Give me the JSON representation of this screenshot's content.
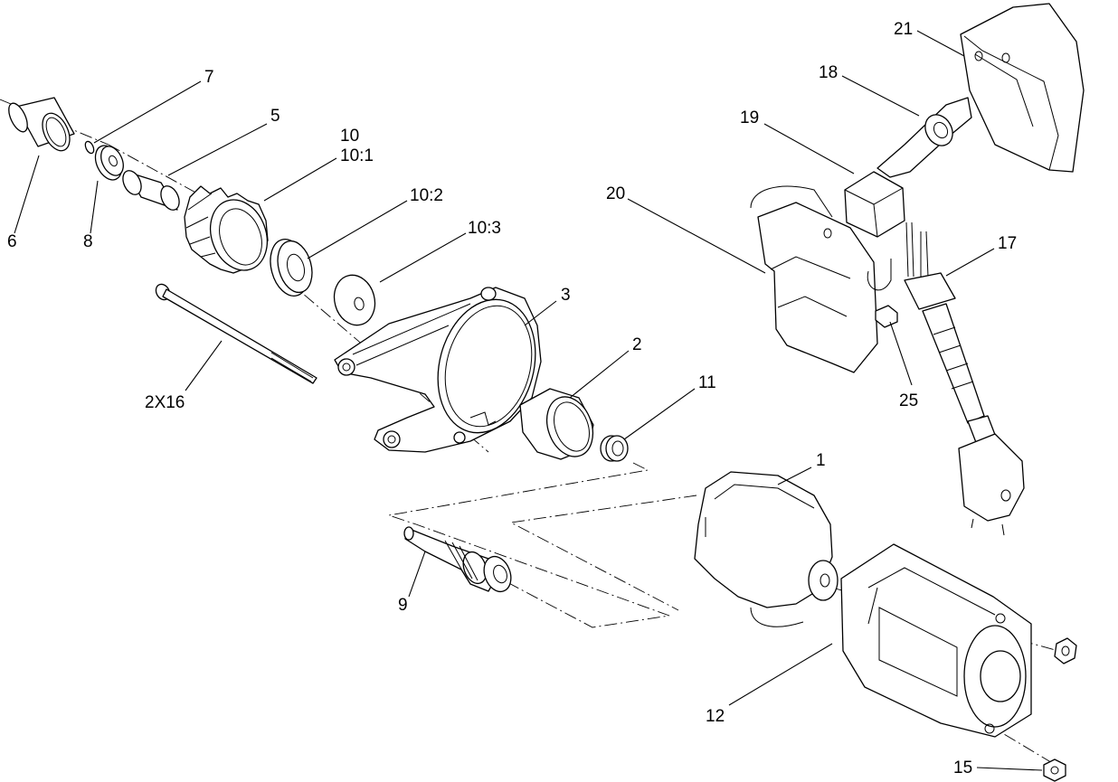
{
  "callouts": {
    "c1": "1",
    "c2": "2",
    "c3": "3",
    "c5": "5",
    "c6": "6",
    "c7": "7",
    "c8": "8",
    "c9": "9",
    "c10": "10",
    "c10_1": "10:1",
    "c10_2": "10:2",
    "c10_3": "10:3",
    "c11": "11",
    "c12": "12",
    "c15": "15",
    "c17": "17",
    "c18": "18",
    "c19": "19",
    "c20": "20",
    "c21": "21",
    "c25": "25",
    "c2x16": "2X16"
  }
}
